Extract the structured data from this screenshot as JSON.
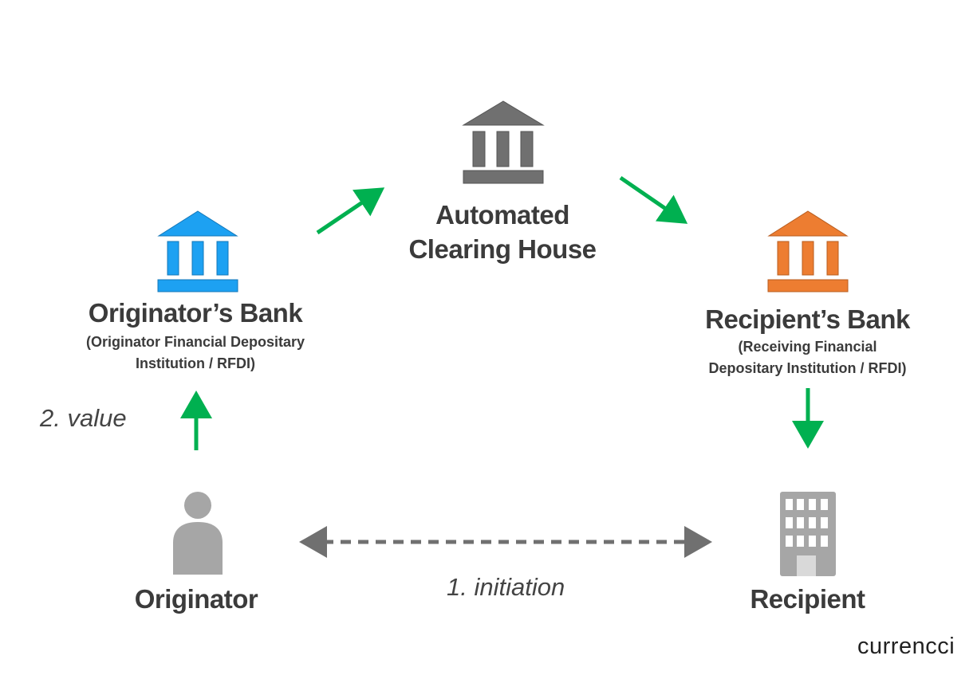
{
  "nodes": {
    "ach": {
      "title_line1": "Automated",
      "title_line2": "Clearing House",
      "icon": "bank-icon",
      "color": "#707070"
    },
    "originator_bank": {
      "title": "Originator’s Bank",
      "subtitle_line1": "(Originator Financial Depositary",
      "subtitle_line2": "Institution / RFDI)",
      "icon": "bank-icon",
      "color": "#1da1f2"
    },
    "recipient_bank": {
      "title": "Recipient’s Bank",
      "subtitle_line1": "(Receiving Financial",
      "subtitle_line2": "Depositary Institution / RFDI)",
      "icon": "bank-icon",
      "color": "#ed7d31"
    },
    "originator": {
      "title": "Originator",
      "icon": "person-icon",
      "color": "#a6a6a6"
    },
    "recipient": {
      "title": "Recipient",
      "icon": "building-icon",
      "color": "#a6a6a6"
    }
  },
  "edges": {
    "value_label": "2. value",
    "initiation_label": "1. initiation",
    "arrow_color": "#00b050",
    "dashed_color": "#707070"
  },
  "brand": "currencci"
}
